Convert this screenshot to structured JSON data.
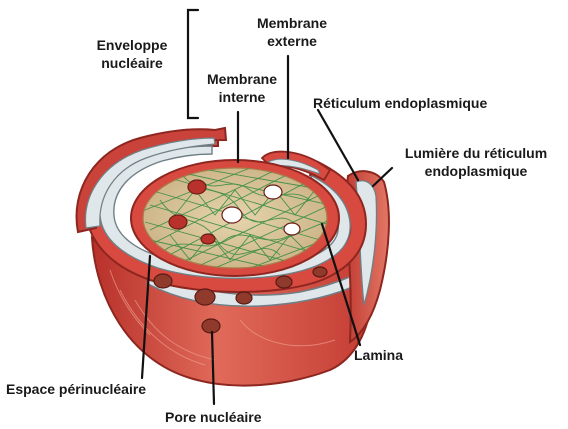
{
  "labels": {
    "enveloppe_1": "Enveloppe",
    "enveloppe_2": "nucléaire",
    "membrane_externe_1": "Membrane",
    "membrane_externe_2": "externe",
    "membrane_interne_1": "Membrane",
    "membrane_interne_2": "interne",
    "reticulum": "Réticulum endoplasmique",
    "lumiere_1": "Lumière du réticulum",
    "lumiere_2": "endoplasmique",
    "lamina": "Lamina",
    "espace": "Espace périnucléaire",
    "pore": "Pore nucléaire"
  },
  "colors": {
    "membrane_red": "#d8493f",
    "membrane_dark": "#a82b25",
    "membrane_light": "#ec8a78",
    "lumen": "#dfe7ea",
    "lumen_edge": "#6f7f86",
    "nucleoplasm": "#d9c49a",
    "chromatin": "#2f8a3c",
    "leader": "#111111"
  }
}
